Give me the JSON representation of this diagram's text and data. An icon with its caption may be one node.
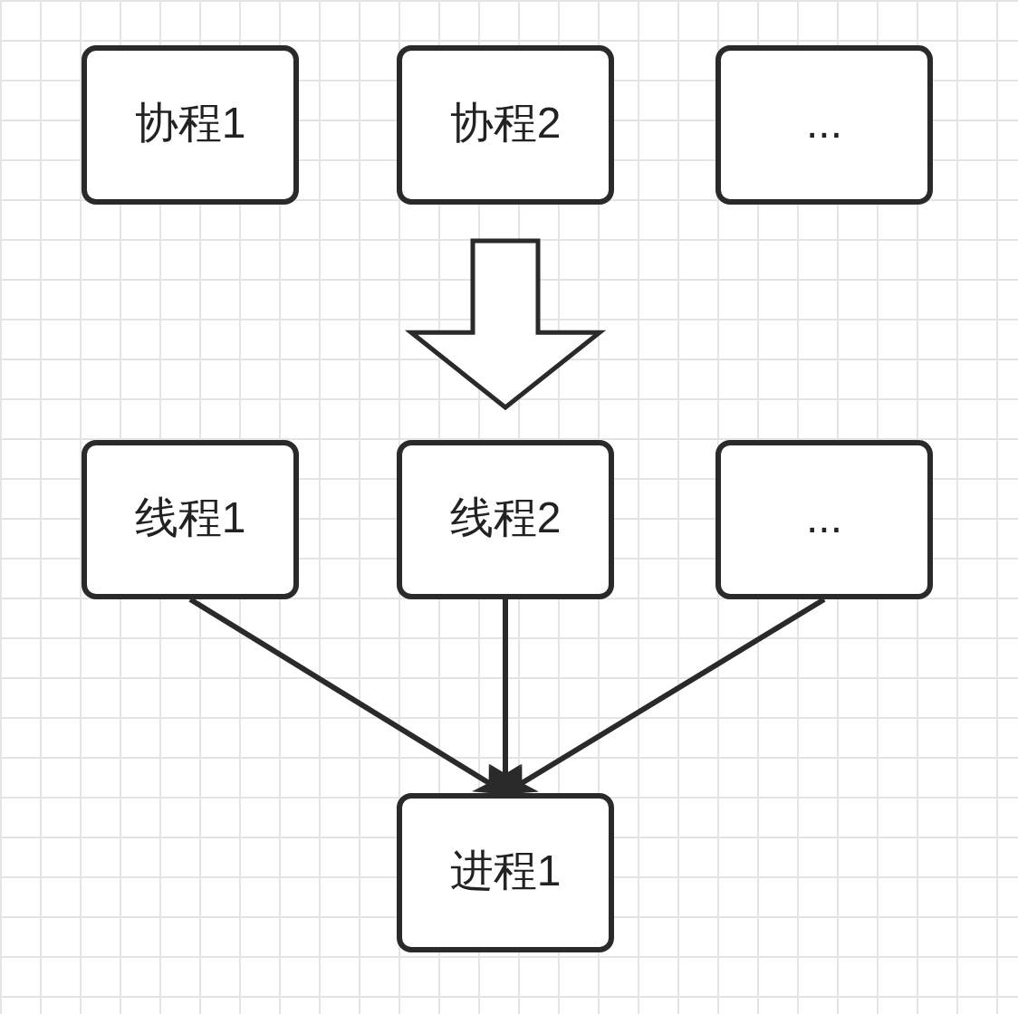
{
  "diagram": {
    "nodes": [
      {
        "text": [
          "协程1"
        ]
      },
      {
        "text": [
          "协程2"
        ]
      },
      {
        "text": [
          "..."
        ]
      },
      {
        "text": [
          "线程1"
        ]
      },
      {
        "text": [
          "线程2"
        ]
      },
      {
        "text": [
          "..."
        ]
      },
      {
        "text": [
          "进程1"
        ]
      }
    ],
    "edges": [
      {
        "from": 1,
        "to": 4,
        "arrow": "to",
        "style": "thick"
      },
      {
        "from": 3,
        "to": 6,
        "arrow": "to"
      },
      {
        "from": 4,
        "to": 6,
        "arrow": "to"
      },
      {
        "from": 5,
        "to": 6,
        "arrow": "to"
      }
    ]
  }
}
